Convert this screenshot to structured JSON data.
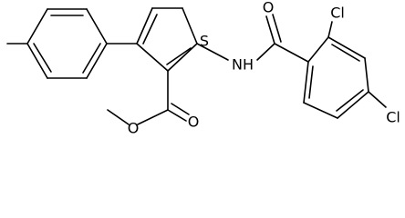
{
  "molecule": {
    "atoms": {
      "sulfur": "S",
      "amide_nitrogen": "NH",
      "carbonyl_oxygen_amide": "O",
      "carbonyl_oxygen_ester": "O",
      "ester_oxygen": "O",
      "chlorine_ortho": "Cl",
      "chlorine_para": "Cl"
    }
  }
}
